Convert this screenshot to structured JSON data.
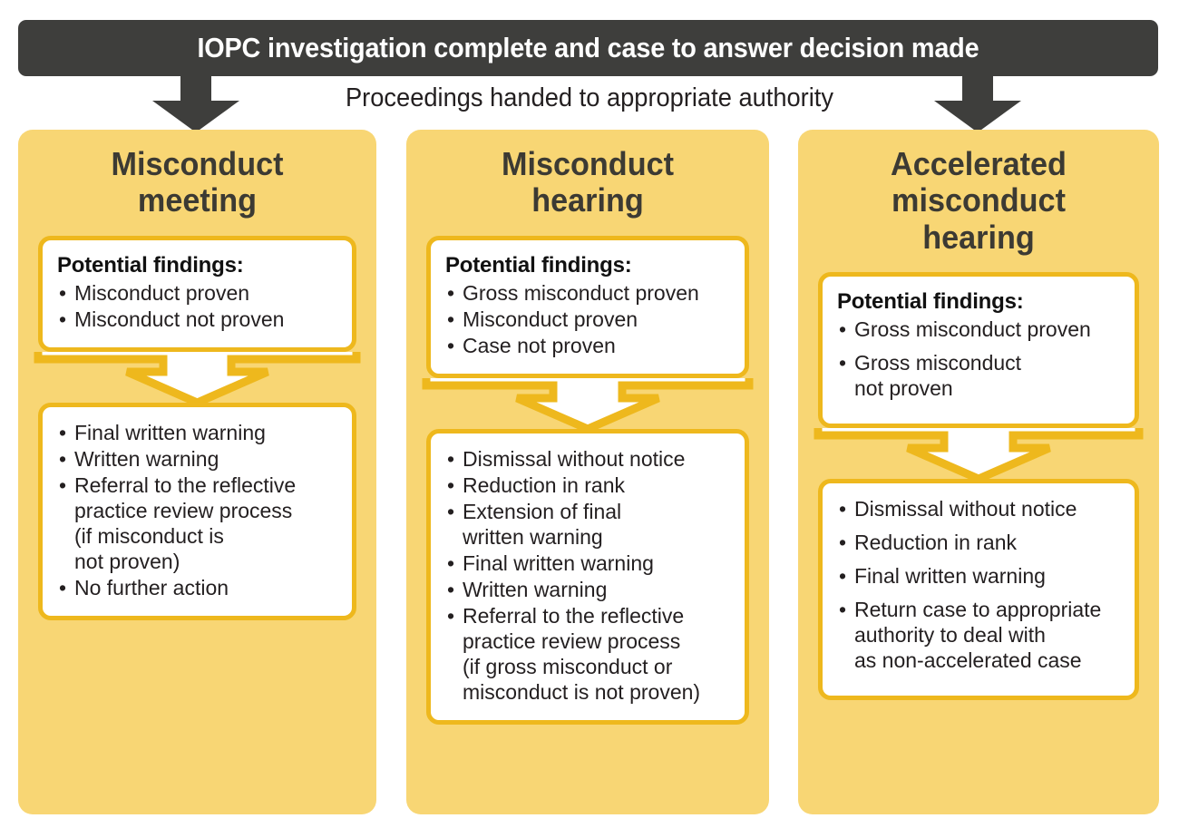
{
  "header": {
    "title": "IOPC investigation complete and case to answer decision made",
    "caption": "Proceedings handed to appropriate authority"
  },
  "colors": {
    "header_bg": "#3e3e3c",
    "panel_bg": "#f8d674",
    "card_border": "#eeb81d",
    "card_bg": "#ffffff",
    "text": "#231f20",
    "page_bg": "#ffffff"
  },
  "columns": [
    {
      "id": "misconduct-meeting",
      "title": "Misconduct\nmeeting",
      "findings_heading": "Potential findings:",
      "findings": [
        "Misconduct proven",
        "Misconduct not proven"
      ],
      "outcomes": [
        "Final written warning",
        "Written warning",
        "Referral to the reflective\npractice review process\n(if misconduct is\nnot proven)",
        "No further action"
      ]
    },
    {
      "id": "misconduct-hearing",
      "title": "Misconduct\nhearing",
      "findings_heading": "Potential findings:",
      "findings": [
        "Gross misconduct proven",
        "Misconduct proven",
        "Case not proven"
      ],
      "outcomes": [
        "Dismissal without notice",
        "Reduction in rank",
        "Extension of final\nwritten warning",
        "Final written warning",
        "Written warning",
        "Referral to the reflective\npractice review process\n(if gross misconduct or\nmisconduct is not proven)"
      ]
    },
    {
      "id": "accelerated-misconduct-hearing",
      "title": "Accelerated\nmisconduct\nhearing",
      "findings_heading": "Potential findings:",
      "findings": [
        "Gross misconduct proven",
        "Gross misconduct\nnot proven"
      ],
      "outcomes": [
        "Dismissal without notice",
        "Reduction in rank",
        "Final written warning",
        "Return case to appropriate\nauthority to deal with\nas non-accelerated case"
      ]
    }
  ]
}
